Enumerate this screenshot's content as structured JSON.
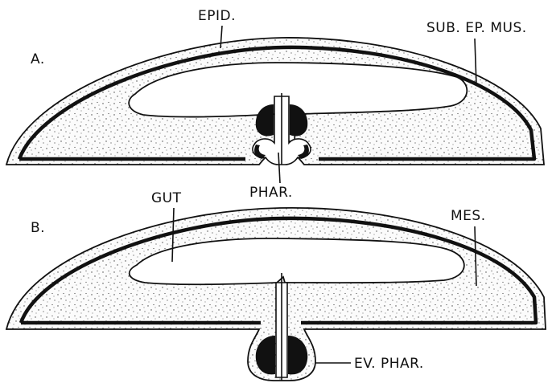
{
  "figure": {
    "panel_a": {
      "letter": "A.",
      "labels": {
        "epidermis": "EPID.",
        "subepidermal_muscle": "SUB. EP. MUS.",
        "pharynx": "PHAR."
      }
    },
    "panel_b": {
      "letter": "B.",
      "labels": {
        "gut": "GUT",
        "mesenchyme": "MES.",
        "everted_pharynx": "EV. PHAR."
      }
    }
  },
  "colors": {
    "ink": "#111111",
    "background": "#ffffff"
  }
}
